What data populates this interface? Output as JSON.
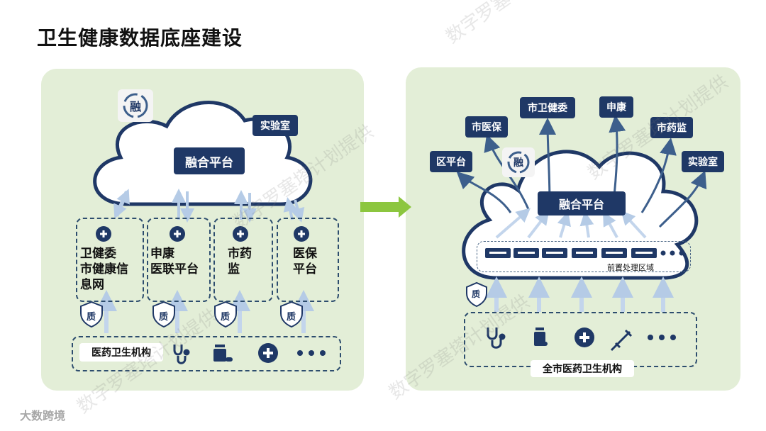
{
  "title": "卫生健康数据底座建设",
  "left": {
    "icon_char": "融",
    "platform": "融合平台",
    "lab": "实验室",
    "sources": [
      {
        "lines": [
          "卫健委",
          "市健康信",
          "息网"
        ]
      },
      {
        "lines": [
          "申康",
          "医联平台"
        ]
      },
      {
        "lines": [
          "市药",
          "监"
        ]
      },
      {
        "lines": [
          "医保",
          "平台"
        ]
      }
    ],
    "quality": "质",
    "institutions": "医药卫生机构"
  },
  "right": {
    "icon_char": "融",
    "platform": "融合平台",
    "targets": [
      "区平台",
      "市医保",
      "市卫健委",
      "申康",
      "市药监",
      "实验室"
    ],
    "preprocessing": "前置处理区域",
    "quality": "质",
    "institutions": "全市医药卫生机构"
  },
  "watermark": "数字罗塞塔计划提供",
  "logo": "大数跨境",
  "colors": {
    "navy": "#1f3866",
    "panel": "#e3eed7",
    "arrow_green": "#8cc63f"
  }
}
